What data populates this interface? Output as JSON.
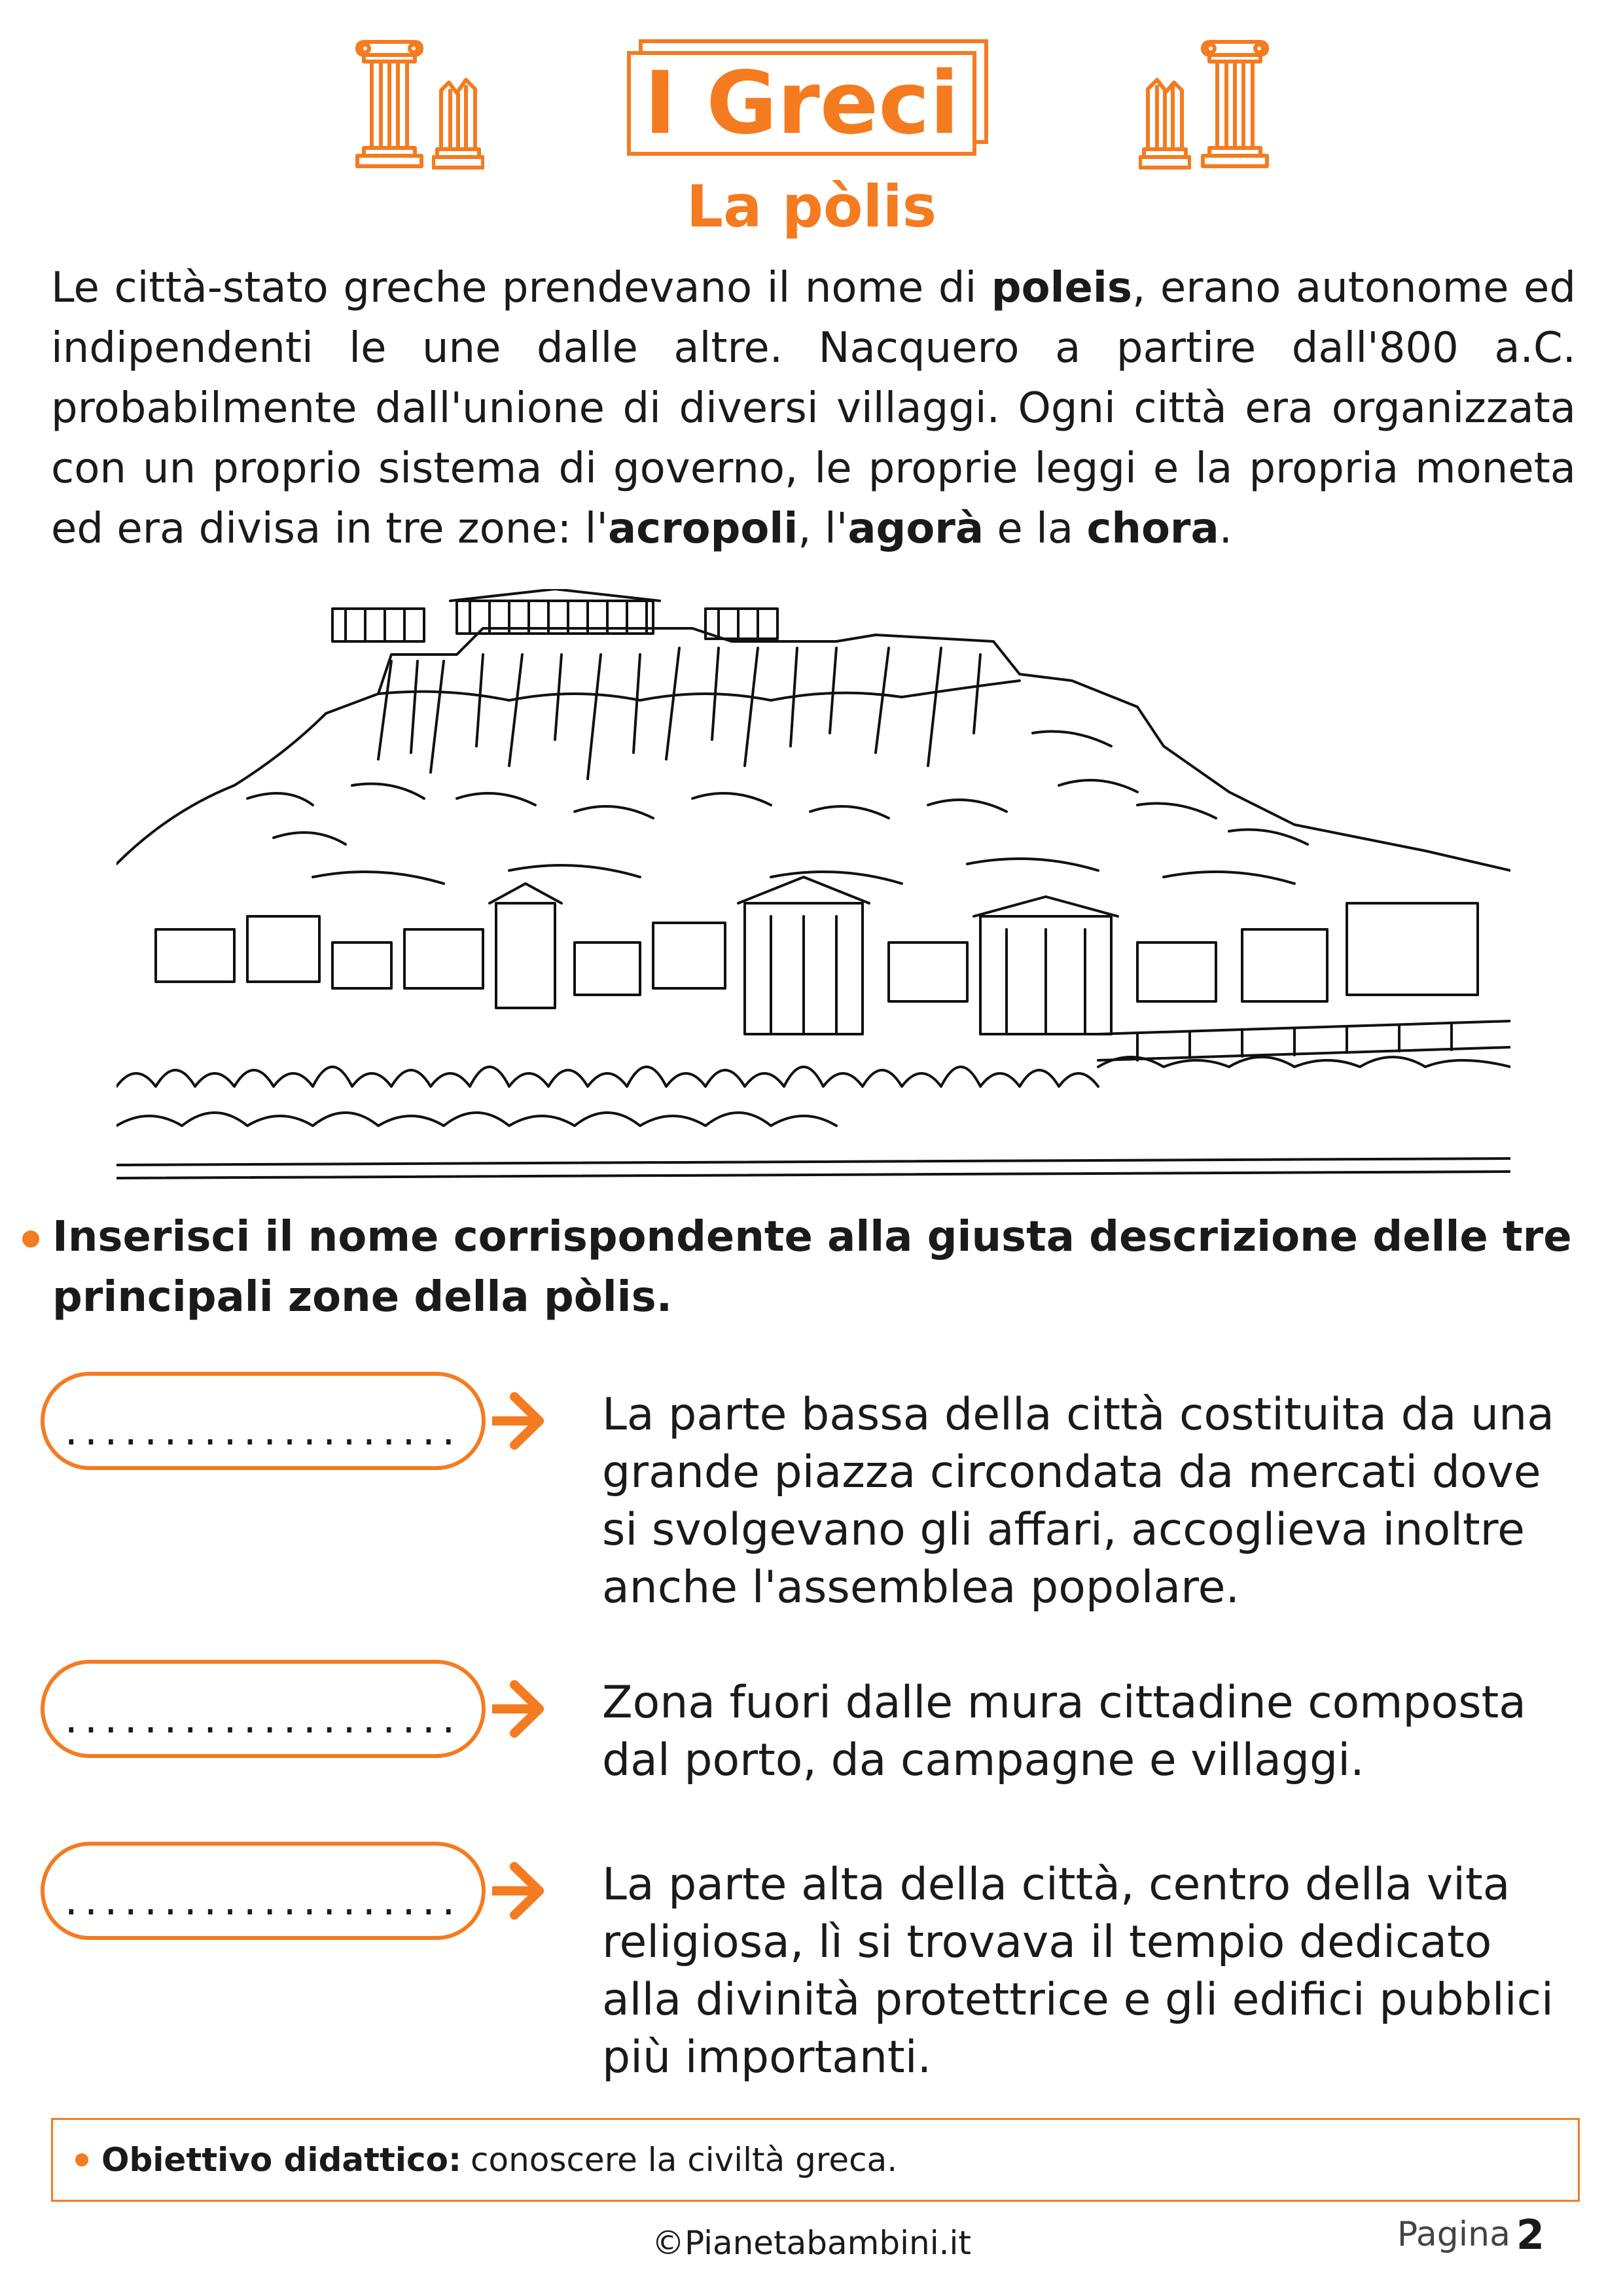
{
  "header": {
    "title": "I Greci",
    "subtitle": "La pòlis",
    "accent_color": "#f47b20",
    "decor_icons": [
      "greek-column-icon",
      "broken-column-icon"
    ]
  },
  "intro": {
    "p1": "Le città-stato greche prendevano il nome di ",
    "b1": "poleis",
    "p2": ", erano autonome ed indipendenti le une dalle altre. Nacquero a partire dall'800 a.C. probabilmente dall'unione di diversi villaggi. Ogni città era organizzata con un proprio sistema di governo, le proprie leggi e la propria moneta ed era divisa in tre zone: l'",
    "b2": "acropoli",
    "p3": ", l'",
    "b3": "agorà",
    "p4": " e la ",
    "b4": "chora",
    "p5": "."
  },
  "illustration": {
    "icon": "acropolis-illustration"
  },
  "exercise": {
    "instruction": "Inserisci il nome corrispondente alla giusta descrizione delle tre principali zone della pòlis.",
    "items": [
      {
        "blank": "....................",
        "description": "La parte bassa della città costituita da una grande piazza circondata da mercati dove si svolgevano gli affari, accoglieva inoltre anche l'assemblea popolare."
      },
      {
        "blank": "....................",
        "description": "Zona fuori dalle mura cittadine composta dal porto, da campagne e villaggi."
      },
      {
        "blank": "....................",
        "description": "La parte alta della città, centro della vita religiosa, lì si trovava il tempio dedicato alla divinità protettrice e gli edifici pubblici più importanti."
      }
    ]
  },
  "objective": {
    "label": "Obiettivo didattico:",
    "value": "conoscere la civiltà greca."
  },
  "footer": {
    "copyright": "©Pianetabambini.it",
    "page_label": "Pagina",
    "page_number": "2"
  }
}
